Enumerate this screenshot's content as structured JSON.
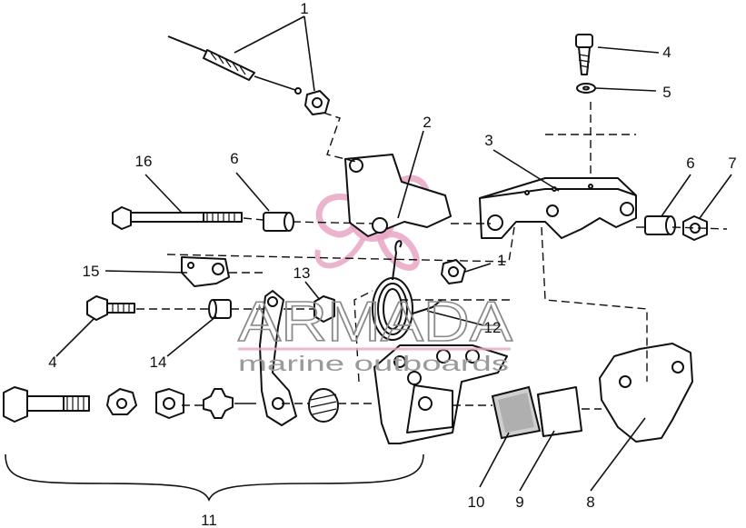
{
  "callouts": [
    {
      "id": "1a",
      "label": "1"
    },
    {
      "id": "1b",
      "label": "1"
    },
    {
      "id": "2",
      "label": "2"
    },
    {
      "id": "3",
      "label": "3"
    },
    {
      "id": "4a",
      "label": "4"
    },
    {
      "id": "4b",
      "label": "4"
    },
    {
      "id": "5",
      "label": "5"
    },
    {
      "id": "6a",
      "label": "6"
    },
    {
      "id": "6b",
      "label": "6"
    },
    {
      "id": "7",
      "label": "7"
    },
    {
      "id": "8",
      "label": "8"
    },
    {
      "id": "9",
      "label": "9"
    },
    {
      "id": "10",
      "label": "10"
    },
    {
      "id": "11",
      "label": "11"
    },
    {
      "id": "12",
      "label": "12"
    },
    {
      "id": "13",
      "label": "13"
    },
    {
      "id": "14",
      "label": "14"
    },
    {
      "id": "15",
      "label": "15"
    },
    {
      "id": "16",
      "label": "16"
    }
  ],
  "watermark": {
    "title": "ARMADA",
    "subtitle": "marine outboards",
    "logo_color": "#e8a6c4",
    "text_color": "#8a8a8a"
  }
}
